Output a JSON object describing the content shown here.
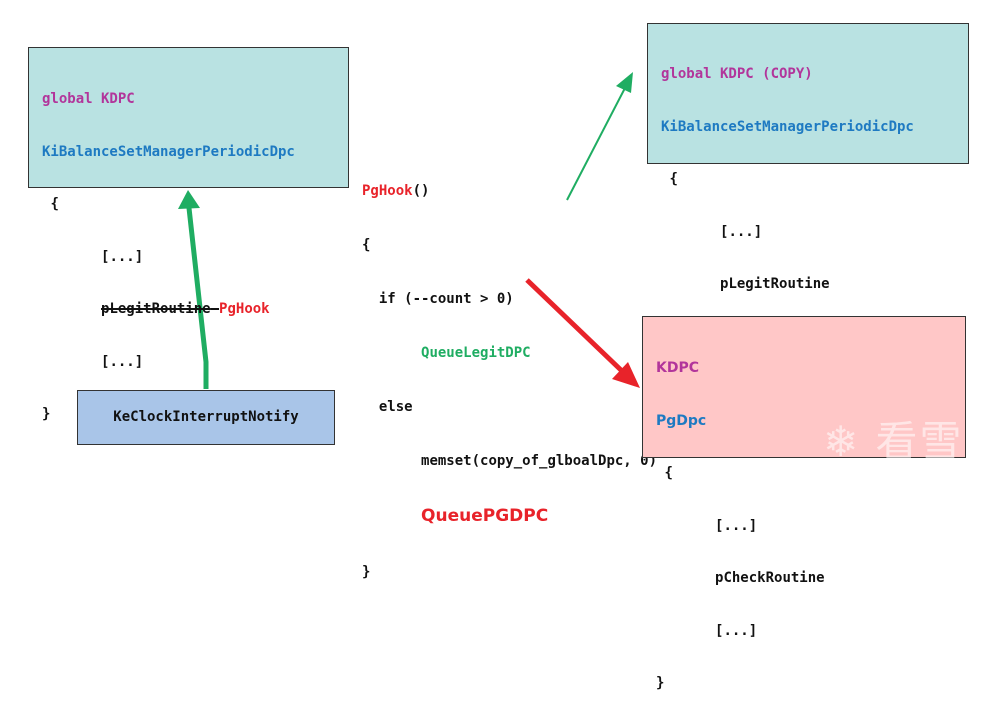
{
  "global_dpc_box": {
    "type_label": "global KDPC",
    "name": "KiBalanceSetManagerPeriodicDpc",
    "open_brace": "{",
    "line1": "[...]",
    "struck_routine": "pLegitRoutine",
    "replacement": "PgHook",
    "line3": "[...]",
    "close_brace": "}"
  },
  "copy_dpc_box": {
    "type_label": "global KDPC (COPY)",
    "name": "KiBalanceSetManagerPeriodicDpc",
    "open_brace": "{",
    "line1": "[...]",
    "routine": "pLegitRoutine",
    "line3": "[...]",
    "close_brace": "}"
  },
  "pg_dpc_box": {
    "type_label": "KDPC",
    "name": "PgDpc",
    "open_brace": "{",
    "line1": "[...]",
    "routine": "pCheckRoutine",
    "line3": "[...]",
    "close_brace": "}"
  },
  "clock_box": {
    "label": "KeClockInterruptNotify"
  },
  "pghook_code": {
    "func_name": "PgHook",
    "func_parens": "()",
    "open_brace": "{",
    "if_line": "  if (--count > 0)",
    "queue_legit": "QueueLegitDPC",
    "else_line": "  else",
    "memset_line": "memset(copy_of_glboalDpc, 0)",
    "queue_pg": "QueuePGDPC",
    "close_brace": "}"
  },
  "colors": {
    "teal_box": "#b9e2e2",
    "pink_box": "#ffc7c7",
    "blue_box": "#a9c5e8",
    "keyword": "#b2359b",
    "identifier": "#1e7ac2",
    "hook_red": "#e8232a",
    "legit_green": "#1fad62"
  },
  "watermark": {
    "text": "❄ 看雪"
  }
}
